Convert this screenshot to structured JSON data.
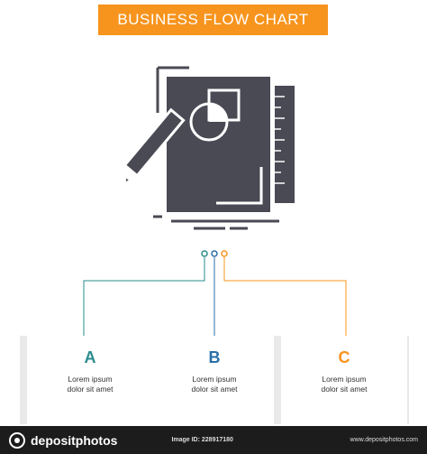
{
  "title": "BUSINESS FLOW CHART",
  "colors": {
    "orange": "#f7941d",
    "teal": "#2a8c8c",
    "blue": "#2b6fa8",
    "dark_gray": "#4a4a55"
  },
  "hero_icon": "design-sketch-icon",
  "steps": [
    {
      "letter": "A",
      "text_line1": "Lorem ipsum",
      "text_line2": "dolor sit amet",
      "color": "#2a8c8c"
    },
    {
      "letter": "B",
      "text_line1": "Lorem ipsum",
      "text_line2": "dolor sit amet",
      "color": "#2b6fa8"
    },
    {
      "letter": "C",
      "text_line1": "Lorem ipsum",
      "text_line2": "dolor sit amet",
      "color": "#f7941d"
    }
  ],
  "footer": {
    "brand": "depositphotos",
    "image_id": "Image ID: 228917180",
    "url": "www.depositphotos.com"
  }
}
